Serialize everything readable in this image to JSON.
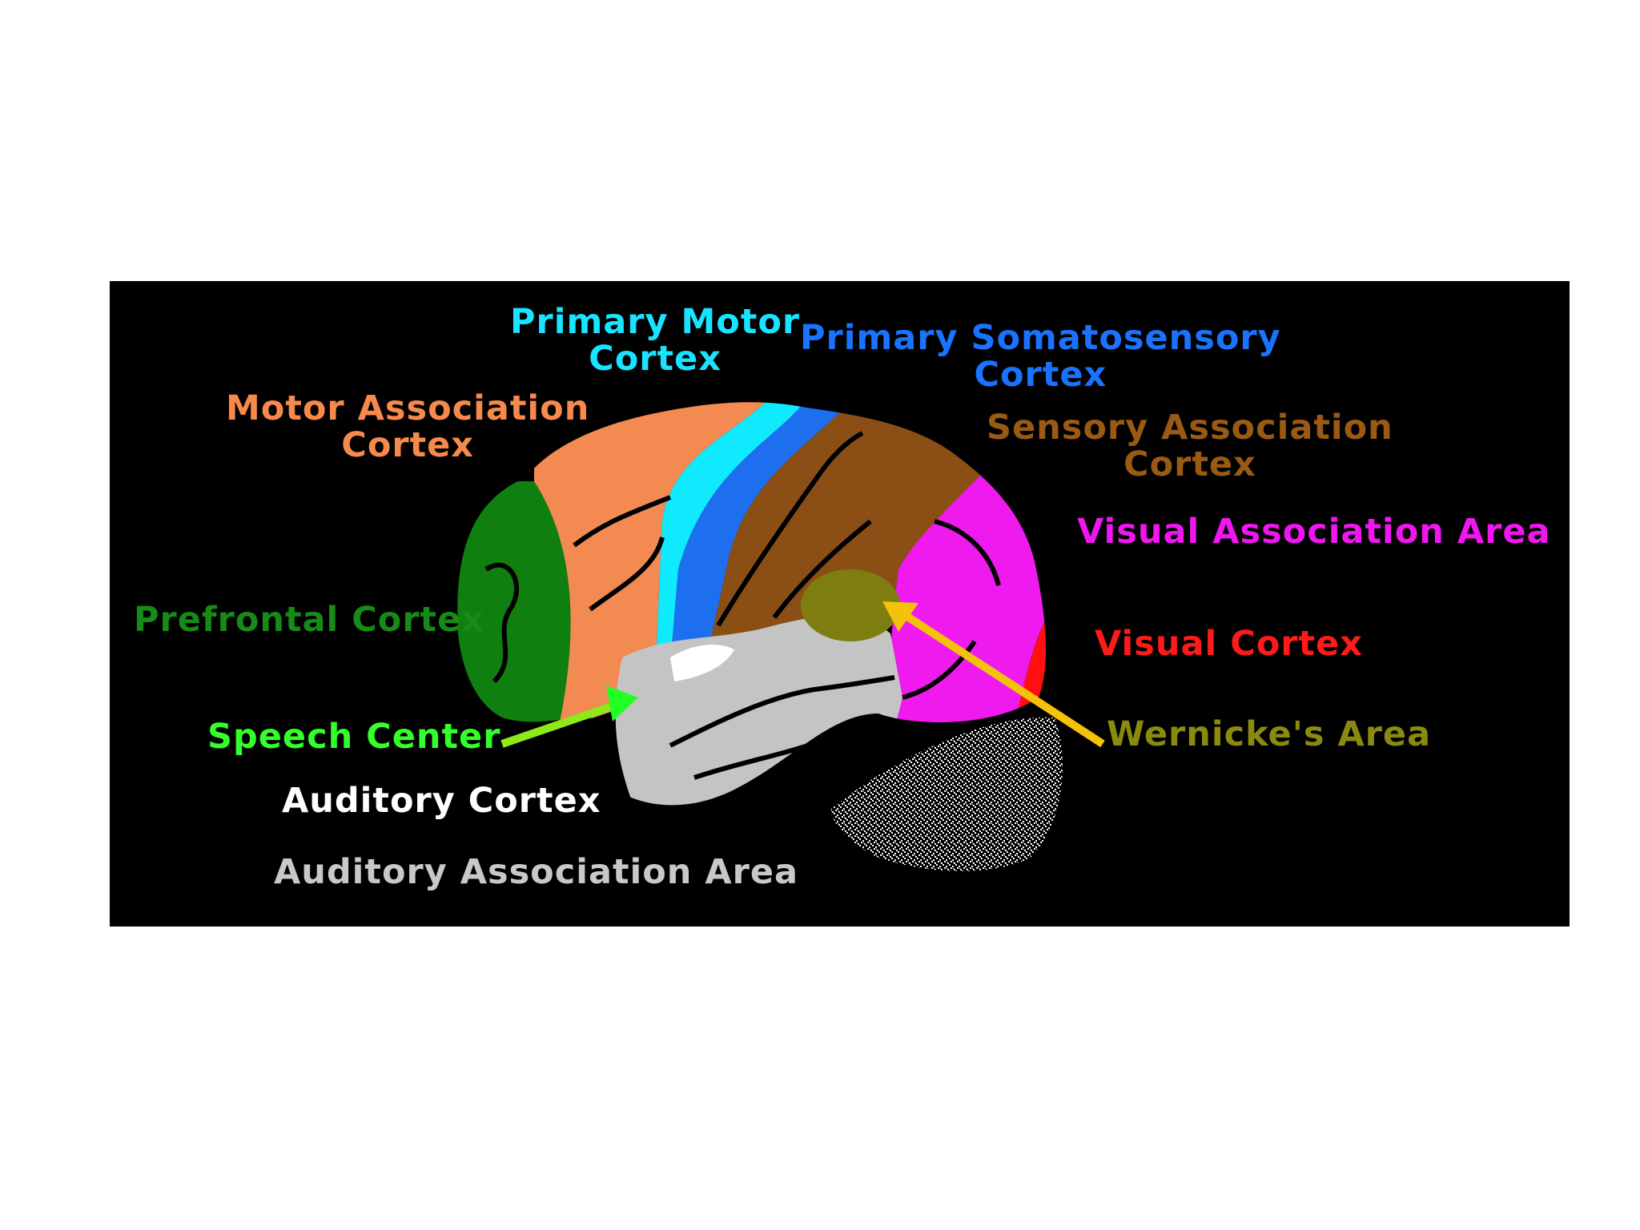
{
  "diagram": {
    "labels": {
      "primary_motor": {
        "lines": [
          "Primary Motor",
          "Cortex"
        ],
        "color": "#19e3ff"
      },
      "primary_somatosensory": {
        "lines": [
          "Primary Somatosensory",
          "Cortex"
        ],
        "color": "#1a73ff"
      },
      "motor_association": {
        "lines": [
          "Motor Association",
          "Cortex"
        ],
        "color": "#f7894a"
      },
      "sensory_association": {
        "lines": [
          "Sensory Association",
          "Cortex"
        ],
        "color": "#9a5a14"
      },
      "visual_association": {
        "lines": [
          "Visual Association Area"
        ],
        "color": "#f016f0"
      },
      "prefrontal": {
        "lines": [
          "Prefrontal Cortex"
        ],
        "color": "#178a17"
      },
      "visual_cortex": {
        "lines": [
          "Visual Cortex"
        ],
        "color": "#ff1a1a"
      },
      "speech_center": {
        "lines": [
          "Speech Center"
        ],
        "color": "#33ff2a"
      },
      "wernicke": {
        "lines": [
          "Wernicke's Area"
        ],
        "color": "#8a8a10"
      },
      "auditory_cortex": {
        "lines": [
          "Auditory Cortex"
        ],
        "color": "#ffffff"
      },
      "auditory_association": {
        "lines": [
          "Auditory Association Area"
        ],
        "color": "#c8c8c8"
      }
    },
    "region_colors": {
      "prefrontal": "#0f7f0f",
      "motor_association": "#f28a52",
      "primary_motor": "#10eaff",
      "somatosensory": "#1e6ff0",
      "sensory_association": "#8b4f16",
      "visual_association": "#ee1aee",
      "visual": "#ff1010",
      "auditory_association": "#c4c4c4",
      "auditory": "#ffffff",
      "wernicke": "#7d7d10",
      "speech_arrow": "#8ee81a",
      "wernicke_arrow": "#f5c20a",
      "cerebellum": "#ffffff"
    }
  }
}
